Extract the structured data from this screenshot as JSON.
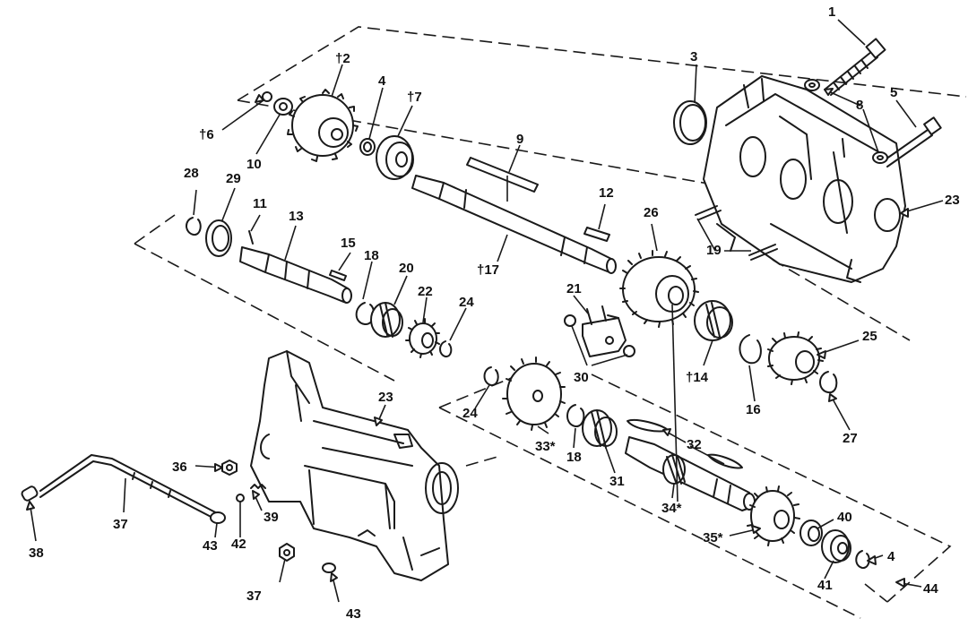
{
  "callouts": [
    {
      "id": "c1",
      "text": "1"
    },
    {
      "id": "c2",
      "text": "†2"
    },
    {
      "id": "c3",
      "text": "3"
    },
    {
      "id": "c4a",
      "text": "4"
    },
    {
      "id": "c5",
      "text": "5"
    },
    {
      "id": "c6",
      "text": "†6"
    },
    {
      "id": "c7",
      "text": "†7"
    },
    {
      "id": "c8",
      "text": "8"
    },
    {
      "id": "c9",
      "text": "9"
    },
    {
      "id": "c10",
      "text": "10"
    },
    {
      "id": "c11",
      "text": "11"
    },
    {
      "id": "c12",
      "text": "12"
    },
    {
      "id": "c13",
      "text": "13"
    },
    {
      "id": "c14",
      "text": "†14"
    },
    {
      "id": "c15",
      "text": "15"
    },
    {
      "id": "c16",
      "text": "16"
    },
    {
      "id": "c17",
      "text": "†17"
    },
    {
      "id": "c18a",
      "text": "18"
    },
    {
      "id": "c18b",
      "text": "18"
    },
    {
      "id": "c19",
      "text": "19"
    },
    {
      "id": "c20",
      "text": "20"
    },
    {
      "id": "c21",
      "text": "21"
    },
    {
      "id": "c22",
      "text": "22"
    },
    {
      "id": "c23a",
      "text": "23"
    },
    {
      "id": "c23b",
      "text": "23"
    },
    {
      "id": "c24a",
      "text": "24"
    },
    {
      "id": "c24b",
      "text": "24"
    },
    {
      "id": "c25",
      "text": "25"
    },
    {
      "id": "c26",
      "text": "26"
    },
    {
      "id": "c27",
      "text": "27"
    },
    {
      "id": "c28",
      "text": "28"
    },
    {
      "id": "c29",
      "text": "29"
    },
    {
      "id": "c30",
      "text": "30"
    },
    {
      "id": "c31",
      "text": "31"
    },
    {
      "id": "c32",
      "text": "32"
    },
    {
      "id": "c33",
      "text": "33*"
    },
    {
      "id": "c34",
      "text": "34*"
    },
    {
      "id": "c35",
      "text": "35*"
    },
    {
      "id": "c36",
      "text": "36"
    },
    {
      "id": "c37a",
      "text": "37"
    },
    {
      "id": "c37b",
      "text": "37"
    },
    {
      "id": "c38",
      "text": "38"
    },
    {
      "id": "c39",
      "text": "39"
    },
    {
      "id": "c40",
      "text": "40"
    },
    {
      "id": "c41",
      "text": "41"
    },
    {
      "id": "c42",
      "text": "42"
    },
    {
      "id": "c43a",
      "text": "43"
    },
    {
      "id": "c43b",
      "text": "43"
    },
    {
      "id": "c4b",
      "text": "4"
    },
    {
      "id": "c44",
      "text": "44"
    }
  ]
}
